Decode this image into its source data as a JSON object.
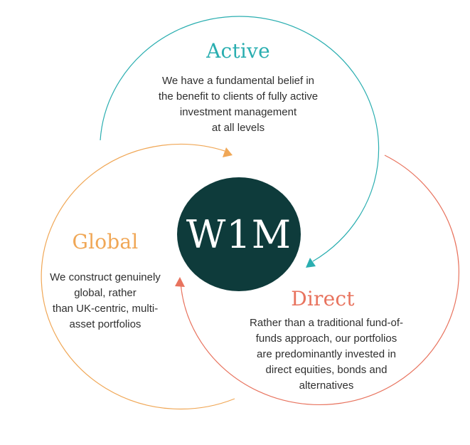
{
  "colors": {
    "active": "#2aaeb0",
    "global": "#f0a756",
    "direct": "#e8735e",
    "logo_bg": "#0e3b3b",
    "logo_text": "#ffffff"
  },
  "logo": {
    "text": "W1M"
  },
  "active": {
    "title": "Active",
    "lines": [
      "We have a fundamental belief in",
      "the benefit to clients of fully active",
      "investment management",
      "at all levels"
    ]
  },
  "global": {
    "title": "Global",
    "lines": [
      "We construct genuinely",
      "global, rather",
      "than UK-centric, multi-",
      "asset portfolios"
    ]
  },
  "direct": {
    "title": "Direct",
    "lines": [
      "Rather than a traditional fund-of-",
      "funds approach, our portfolios",
      "are predominantly invested in",
      "direct equities, bonds and",
      "alternatives"
    ]
  }
}
